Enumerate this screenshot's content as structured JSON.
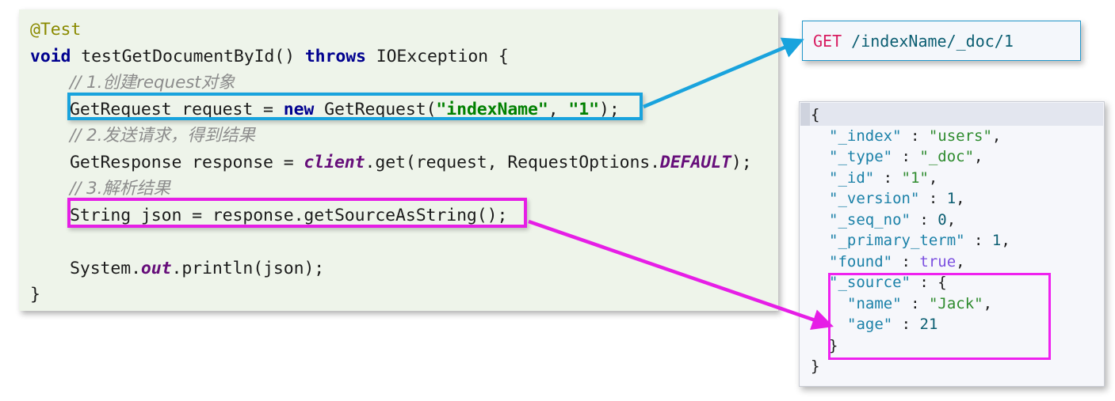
{
  "code_panel": {
    "language": "java",
    "background": "#eef4ea",
    "lines": [
      {
        "id": "l1",
        "indent": 0,
        "tokens": [
          {
            "t": "@Test",
            "c": "anno"
          }
        ]
      },
      {
        "id": "l2",
        "indent": 0,
        "tokens": [
          {
            "t": "void",
            "c": "kw"
          },
          {
            "t": " testGetDocumentById() ",
            "c": "plain"
          },
          {
            "t": "throws",
            "c": "kw"
          },
          {
            "t": " IOException {",
            "c": "plain"
          }
        ]
      },
      {
        "id": "l3",
        "indent": 1,
        "tokens": [
          {
            "t": "// 1.创建request对象",
            "c": "cmt"
          }
        ]
      },
      {
        "id": "l4",
        "indent": 1,
        "tokens": [
          {
            "t": "GetRequest request = ",
            "c": "plain"
          },
          {
            "t": "new",
            "c": "kw"
          },
          {
            "t": " GetRequest(",
            "c": "plain"
          },
          {
            "t": "\"indexName\"",
            "c": "str"
          },
          {
            "t": ", ",
            "c": "plain"
          },
          {
            "t": "\"1\"",
            "c": "str"
          },
          {
            "t": ");",
            "c": "plain"
          }
        ]
      },
      {
        "id": "l5",
        "indent": 1,
        "tokens": [
          {
            "t": "// 2.发送请求，得到结果",
            "c": "cmt"
          }
        ]
      },
      {
        "id": "l6",
        "indent": 1,
        "tokens": [
          {
            "t": "GetResponse response = ",
            "c": "plain"
          },
          {
            "t": "client",
            "c": "fld"
          },
          {
            "t": ".get(request, RequestOptions.",
            "c": "plain"
          },
          {
            "t": "DEFAULT",
            "c": "fld"
          },
          {
            "t": ");",
            "c": "plain"
          }
        ]
      },
      {
        "id": "l7",
        "indent": 1,
        "tokens": [
          {
            "t": "// 3.解析结果",
            "c": "cmt"
          }
        ]
      },
      {
        "id": "l8",
        "indent": 1,
        "tokens": [
          {
            "t": "String json = response.getSourceAsString();",
            "c": "plain"
          }
        ]
      },
      {
        "id": "l9",
        "indent": 1,
        "tokens": [
          {
            "t": "",
            "c": "plain"
          }
        ]
      },
      {
        "id": "l10",
        "indent": 1,
        "tokens": [
          {
            "t": "System.",
            "c": "plain"
          },
          {
            "t": "out",
            "c": "fld"
          },
          {
            "t": ".println(json);",
            "c": "plain"
          }
        ]
      },
      {
        "id": "l11",
        "indent": 0,
        "tokens": [
          {
            "t": "}",
            "c": "plain"
          }
        ]
      }
    ]
  },
  "highlights": {
    "blue_code_box": {
      "color": "#19a3dd",
      "targets_line": "l4",
      "label": "GetRequest request = new GetRequest(\"indexName\", \"1\");"
    },
    "magenta_code_box": {
      "color": "#e61ee6",
      "targets_line": "l8",
      "label": "String json = response.getSourceAsString();"
    },
    "magenta_json_box": {
      "color": "#ef22ef",
      "label": "_source block"
    }
  },
  "get_box": {
    "border_color": "#2196c9",
    "method": "GET",
    "method_color": "#d81b60",
    "path": " /indexName/_doc/1",
    "path_color": "#0b5e72"
  },
  "json_panel": {
    "background": "#f6f7fb",
    "lines": [
      {
        "id": "j1",
        "indent": 0,
        "tokens": [
          {
            "t": "{",
            "c": "jpunct"
          }
        ]
      },
      {
        "id": "j2",
        "indent": 1,
        "tokens": [
          {
            "t": "\"_index\"",
            "c": "jkey"
          },
          {
            "t": " : ",
            "c": "jpunct"
          },
          {
            "t": "\"users\"",
            "c": "jstr"
          },
          {
            "t": ",",
            "c": "jpunct"
          }
        ]
      },
      {
        "id": "j3",
        "indent": 1,
        "tokens": [
          {
            "t": "\"_type\"",
            "c": "jkey"
          },
          {
            "t": " : ",
            "c": "jpunct"
          },
          {
            "t": "\"_doc\"",
            "c": "jstr"
          },
          {
            "t": ",",
            "c": "jpunct"
          }
        ]
      },
      {
        "id": "j4",
        "indent": 1,
        "tokens": [
          {
            "t": "\"_id\"",
            "c": "jkey"
          },
          {
            "t": " : ",
            "c": "jpunct"
          },
          {
            "t": "\"1\"",
            "c": "jstr"
          },
          {
            "t": ",",
            "c": "jpunct"
          }
        ]
      },
      {
        "id": "j5",
        "indent": 1,
        "tokens": [
          {
            "t": "\"_version\"",
            "c": "jkey"
          },
          {
            "t": " : ",
            "c": "jpunct"
          },
          {
            "t": "1",
            "c": "jnum"
          },
          {
            "t": ",",
            "c": "jpunct"
          }
        ]
      },
      {
        "id": "j6",
        "indent": 1,
        "tokens": [
          {
            "t": "\"_seq_no\"",
            "c": "jkey"
          },
          {
            "t": " : ",
            "c": "jpunct"
          },
          {
            "t": "0",
            "c": "jnum"
          },
          {
            "t": ",",
            "c": "jpunct"
          }
        ]
      },
      {
        "id": "j7",
        "indent": 1,
        "tokens": [
          {
            "t": "\"_primary_term\"",
            "c": "jkey"
          },
          {
            "t": " : ",
            "c": "jpunct"
          },
          {
            "t": "1",
            "c": "jnum"
          },
          {
            "t": ",",
            "c": "jpunct"
          }
        ]
      },
      {
        "id": "j8",
        "indent": 1,
        "tokens": [
          {
            "t": "\"found\"",
            "c": "jkey"
          },
          {
            "t": " : ",
            "c": "jpunct"
          },
          {
            "t": "true",
            "c": "jbool"
          },
          {
            "t": ",",
            "c": "jpunct"
          }
        ]
      },
      {
        "id": "j9",
        "indent": 1,
        "tokens": [
          {
            "t": "\"_source\"",
            "c": "jkey"
          },
          {
            "t": " : {",
            "c": "jpunct"
          }
        ]
      },
      {
        "id": "j10",
        "indent": 2,
        "tokens": [
          {
            "t": "\"name\"",
            "c": "jkey"
          },
          {
            "t": " : ",
            "c": "jpunct"
          },
          {
            "t": "\"Jack\"",
            "c": "jstr"
          },
          {
            "t": ",",
            "c": "jpunct"
          }
        ]
      },
      {
        "id": "j11",
        "indent": 2,
        "tokens": [
          {
            "t": "\"age\"",
            "c": "jkey"
          },
          {
            "t": " : ",
            "c": "jpunct"
          },
          {
            "t": "21",
            "c": "jnum"
          }
        ]
      },
      {
        "id": "j12",
        "indent": 1,
        "tokens": [
          {
            "t": "}",
            "c": "jpunct"
          }
        ]
      },
      {
        "id": "j13",
        "indent": 0,
        "tokens": [
          {
            "t": "}",
            "c": "jpunct"
          }
        ]
      }
    ]
  },
  "arrows": [
    {
      "name": "blue-arrow",
      "color": "#19a3dd",
      "from": "blue-code-box",
      "to": "get-box"
    },
    {
      "name": "magenta-arrow",
      "color": "#e61ee6",
      "from": "magenta-code-box",
      "to": "magenta-json-box"
    }
  ]
}
